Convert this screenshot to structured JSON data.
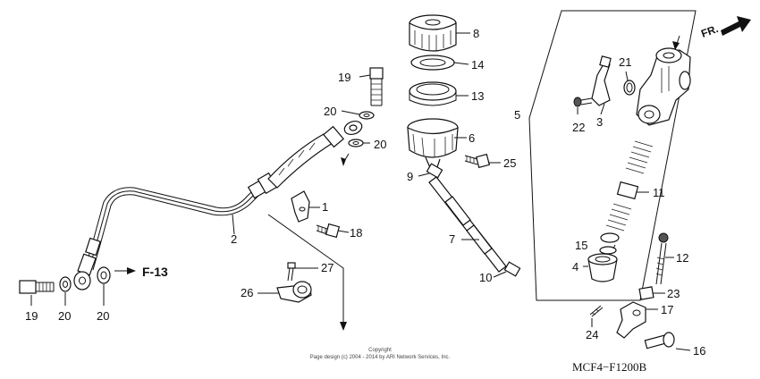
{
  "callouts": [
    "1",
    "2",
    "3",
    "4",
    "5",
    "6",
    "7",
    "8",
    "9",
    "10",
    "11",
    "12",
    "13",
    "14",
    "15",
    "16",
    "17",
    "18",
    "19",
    "19",
    "20",
    "20",
    "20",
    "20",
    "21",
    "22",
    "23",
    "24",
    "25",
    "26",
    "27"
  ],
  "references": [
    "F-13"
  ],
  "direction_label": "FR.",
  "copyright": {
    "line1": "Copyright",
    "line2": "Page design (c) 2004 - 2014 by ARI Network Services, Inc."
  },
  "diagram_code": "MCF4−F1200B"
}
